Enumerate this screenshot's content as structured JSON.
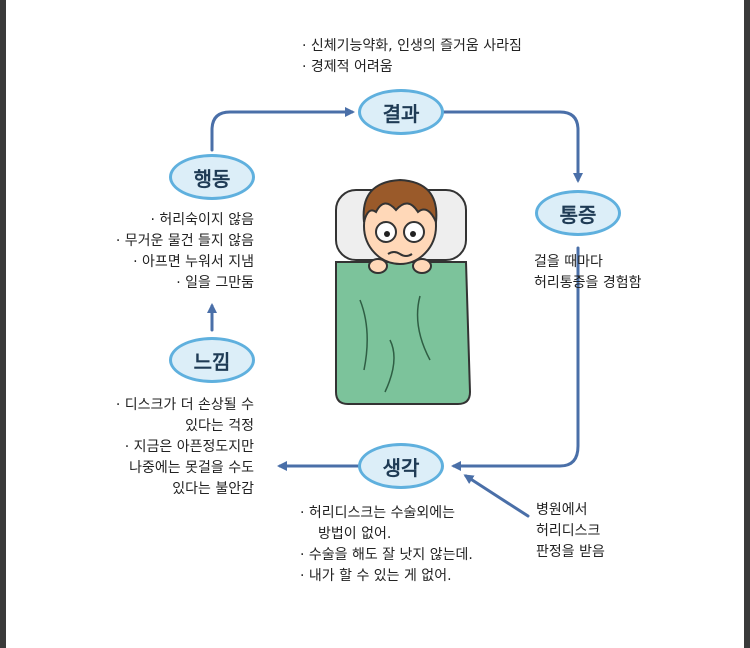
{
  "nodes": {
    "result": "결과",
    "pain": "통증",
    "thought": "생각",
    "feeling": "느낌",
    "action": "행동"
  },
  "texts": {
    "result": [
      "· 신체기능약화, 인생의 즐거움 사라짐",
      "· 경제적 어려움"
    ],
    "pain": [
      "걸을 때마다",
      "허리통증을 경험함"
    ],
    "hospital": [
      "병원에서",
      "허리디스크",
      "판정을 받음"
    ],
    "thought": [
      "· 허리디스크는 수술외에는",
      "방법이 없어.",
      "· 수술을 해도 잘 낫지 않는데.",
      "· 내가 할 수 있는 게 없어."
    ],
    "feeling": [
      "· 디스크가 더 손상될 수",
      "있다는 걱정",
      "· 지금은 아픈정도지만",
      "나중에는 못걸을 수도",
      "있다는 불안감"
    ],
    "action": [
      "· 허리숙이지 않음",
      "· 무거운 물건 들지 않음",
      "· 아프면 누워서 지냄",
      "· 일을 그만둠"
    ]
  },
  "colors": {
    "arrow": "#4a6fa8",
    "node_fill": "#dceef8",
    "node_border": "#5fb0de",
    "blanket": "#7cc39b",
    "pillow": "#eeeeee"
  }
}
